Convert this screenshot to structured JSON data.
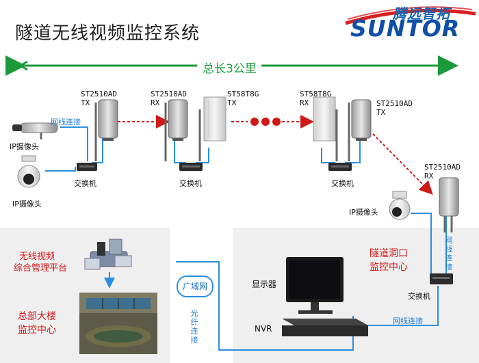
{
  "title": "隧道无线视频监控系统",
  "logo": {
    "cn": "腾远智拓",
    "en": "SUNTOR"
  },
  "distance": "总长3公里",
  "devices": {
    "ap1": {
      "model": "ST2510AD",
      "mode": "TX"
    },
    "ap2": {
      "model": "ST2510AD",
      "mode": "RX"
    },
    "ant1": {
      "model": "ST58T8G",
      "mode": "TX"
    },
    "ant2": {
      "model": "ST58T8G",
      "mode": "RX"
    },
    "ap3": {
      "model": "ST2510AD",
      "mode": "TX"
    },
    "ap4": {
      "model": "ST2510AD",
      "mode": "RX"
    }
  },
  "labels": {
    "ip_camera": "IP摄像头",
    "switch": "交换机",
    "network_cable": "网线连接",
    "platform": [
      "无线视频",
      "综合管理平台"
    ],
    "hq": [
      "总部大楼",
      "监控中心"
    ],
    "tunnel_center": [
      "隧道洞口",
      "监控中心"
    ],
    "monitor": "显示器",
    "nvr": "NVR",
    "wan": "广域网",
    "fiber": "光纤连接"
  },
  "colors": {
    "green": "#1a9a3a",
    "red": "#d01818",
    "blue": "#2a8fde",
    "panel": "#efefef"
  }
}
